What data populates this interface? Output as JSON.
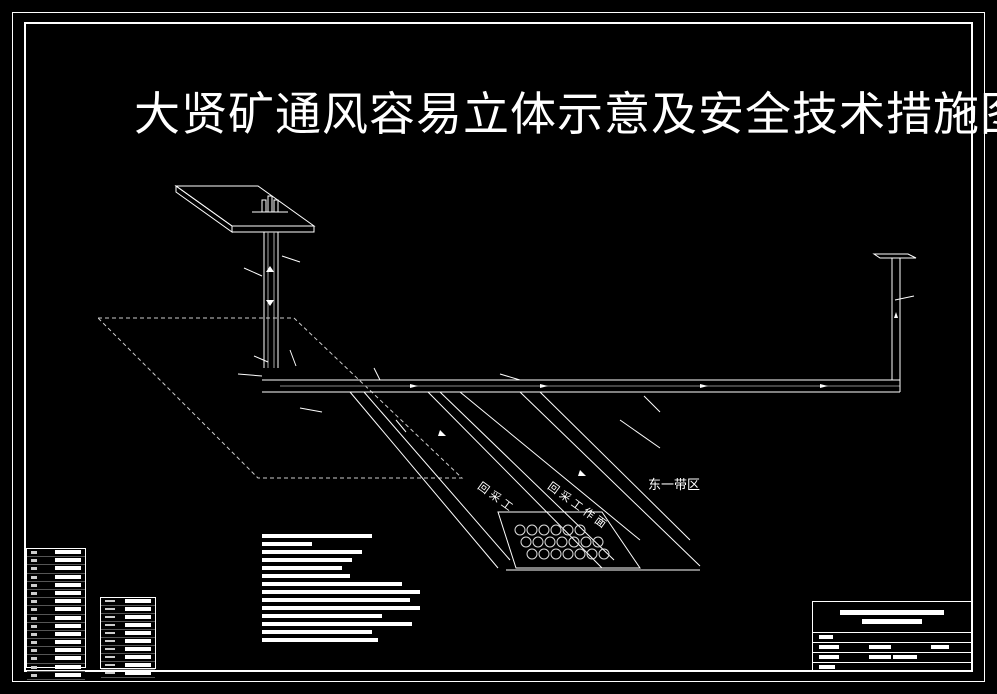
{
  "title": "大贤矿通风容易立体示意及安全技术措施图",
  "labels": {
    "area": "东一带区",
    "roadway1": "回 采 工",
    "roadway2": "回 采 工 作 面"
  },
  "colors": {
    "background": "#000000",
    "lines": "#ffffff"
  }
}
